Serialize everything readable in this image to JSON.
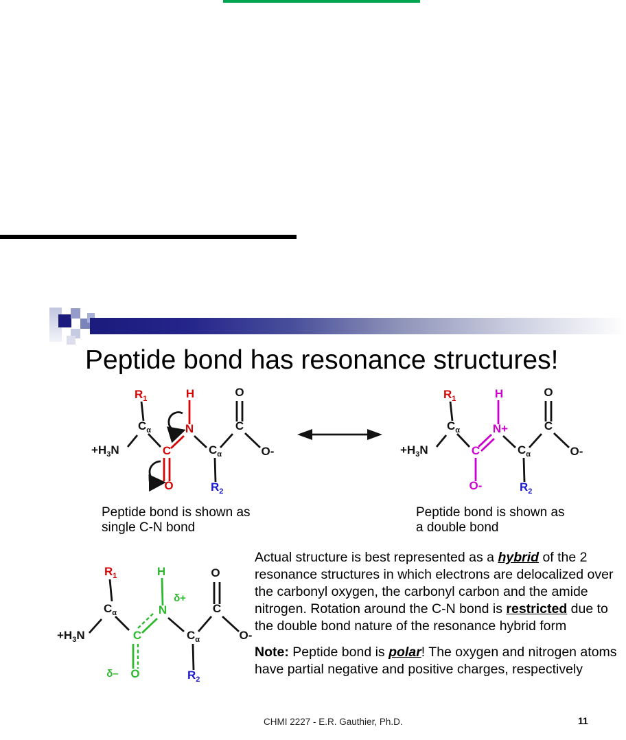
{
  "slide": {
    "title": "Peptide bond has resonance structures!",
    "captions": {
      "left": [
        "Peptide bond is shown as",
        "single C-N bond"
      ],
      "right": [
        "Peptide bond is shown as",
        "a double bond"
      ]
    },
    "hybrid_para": {
      "a": "Actual structure is best represented as a ",
      "hybrid": "hybrid",
      "b": " of the 2 resonance structures in which electrons are delocalized over the carbonyl oxygen, the carbonyl carbon and the amide nitrogen.  Rotation around the C-N bond is ",
      "restricted": "restricted",
      "c": " due to the double bond nature of the resonance hybrid form"
    },
    "note_para": {
      "label": "Note:",
      "a": " Peptide bond is ",
      "polar": "polar",
      "b": "! The oxygen and nitrogen atoms have partial negative and positive charges, respectively"
    },
    "footer": {
      "course": "CHMI 2227 - E.R. Gauthier, Ph.D.",
      "page_number": "11"
    }
  },
  "atoms": {
    "r": "R",
    "sub1": "1",
    "sub2": "2",
    "c": "C",
    "alpha": "α",
    "h": "H",
    "n": "N",
    "n_plus": "N+",
    "o": "O",
    "o_minus": "O-",
    "h3n_pre": "+H",
    "h3n_sub": "3",
    "h3n_post": "N",
    "delta_plus": "δ+",
    "delta_minus": "δ–"
  },
  "colors": {
    "top_rule_green": "#00a550",
    "bar_navy": "#1b1b7d",
    "bond_red": "#d40505",
    "bond_magenta": "#cc00cc",
    "bond_green": "#2db92d",
    "r2_blue": "#1a1acd"
  }
}
